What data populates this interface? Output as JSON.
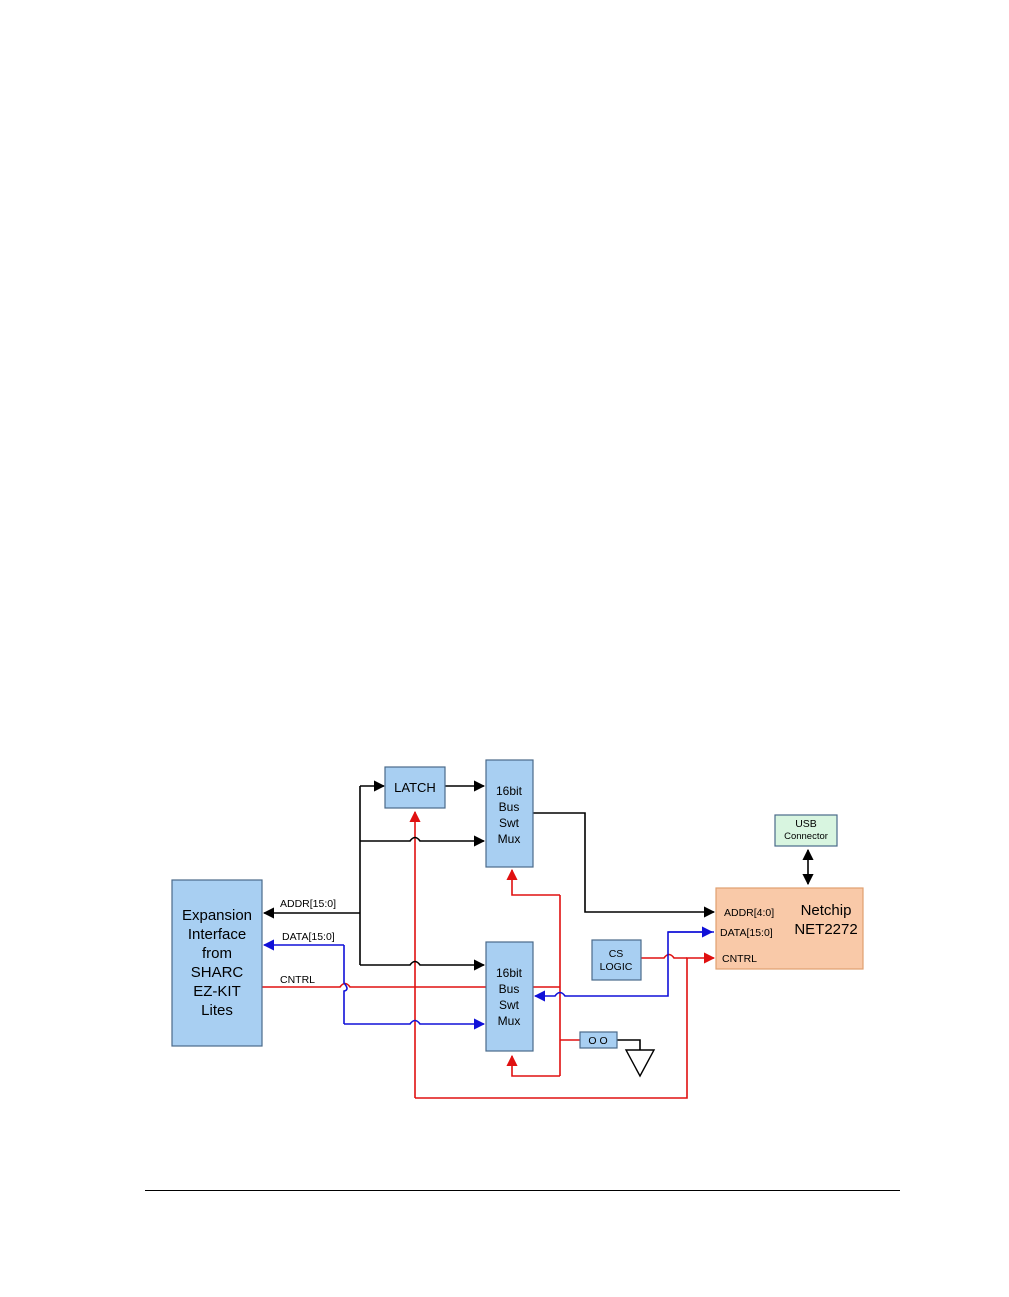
{
  "blocks": {
    "expansion": [
      "Expansion",
      "Interface",
      "from",
      "SHARC",
      "EZ-KIT",
      "Lites"
    ],
    "latch": "LATCH",
    "mux_top": [
      "16bit",
      "Bus",
      "Swt",
      "Mux"
    ],
    "mux_bottom": [
      "16bit",
      "Bus",
      "Swt",
      "Mux"
    ],
    "cs_logic": [
      "CS",
      "LOGIC"
    ],
    "usb": [
      "USB",
      "Connector"
    ],
    "netchip_title": [
      "Netchip",
      "NET2272"
    ],
    "netchip_ports": [
      "ADDR[4:0]",
      "DATA[15:0]",
      "CNTRL"
    ],
    "jumper": "O O"
  },
  "signals": {
    "addr": "ADDR[15:0]",
    "data": "DATA[15:0]",
    "cntrl": "CNTRL"
  },
  "colors": {
    "block_fill": "#a8cff2",
    "usb_fill": "#d8f5e0",
    "netchip_fill": "#f9c9a8",
    "addr_wire": "#000000",
    "data_wire": "#1010d8",
    "cntrl_wire": "#e01010"
  }
}
